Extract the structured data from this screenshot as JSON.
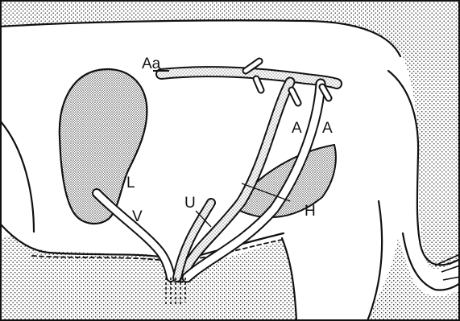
{
  "labels": {
    "aa": "Aa",
    "a_left": "A",
    "a_right": "A",
    "l": "L",
    "v": "V",
    "u": "U",
    "h": "H"
  },
  "colors": {
    "ink": "#111111",
    "paper": "#ffffff",
    "stipple": "#555555"
  }
}
